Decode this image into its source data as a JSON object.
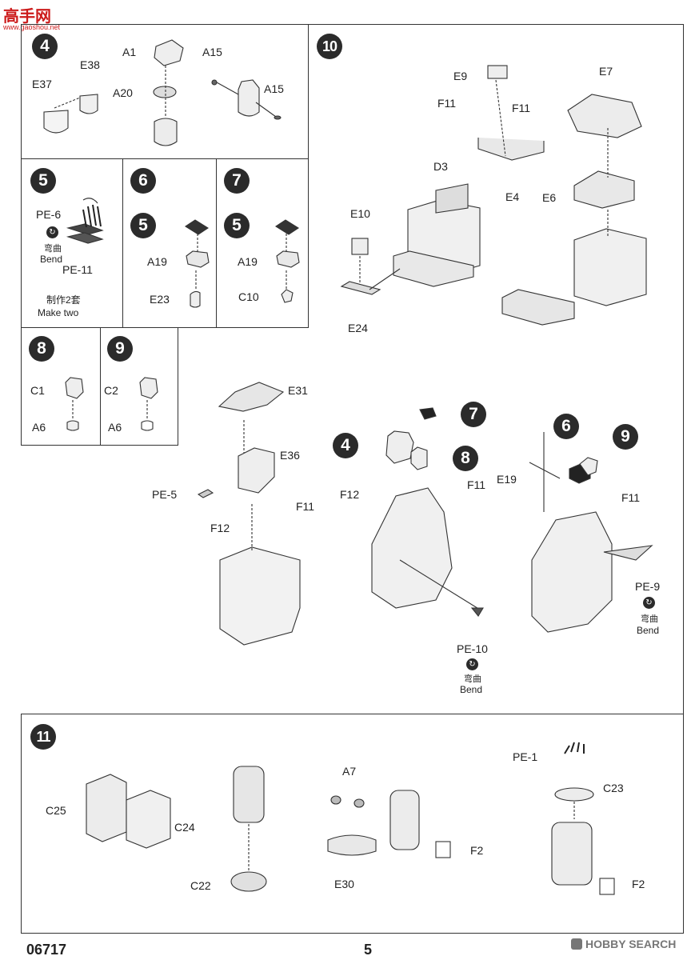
{
  "header": {
    "logo_text": "高手网",
    "logo_url": "www.gaoshou.net"
  },
  "steps": {
    "s4": {
      "num": "4",
      "labels": {
        "e38": "E38",
        "e37": "E37",
        "a1": "A1",
        "a20": "A20",
        "a15_top": "A15",
        "a15_right": "A15"
      }
    },
    "s5": {
      "num": "5",
      "labels": {
        "pe6": "PE-6",
        "bend_cn": "弯曲",
        "bend_en": "Bend",
        "pe11": "PE-11",
        "make_two_cn": "制作2套",
        "make_two_en": "Make two"
      }
    },
    "s6": {
      "num": "6",
      "ref": "5",
      "labels": {
        "a19": "A19",
        "e23": "E23"
      }
    },
    "s7": {
      "num": "7",
      "ref": "5",
      "labels": {
        "a19": "A19",
        "c10": "C10"
      }
    },
    "s8": {
      "num": "8",
      "labels": {
        "c1": "C1",
        "a6": "A6"
      }
    },
    "s9": {
      "num": "9",
      "labels": {
        "c2": "C2",
        "a6": "A6"
      }
    },
    "s10": {
      "num": "10",
      "labels": {
        "e9": "E9",
        "e7": "E7",
        "f11_a": "F11",
        "f11_b": "F11",
        "d3": "D3",
        "e4": "E4",
        "e6": "E6",
        "e10": "E10",
        "e24": "E24",
        "e31": "E31",
        "e36": "E36",
        "pe5": "PE-5",
        "f11_c": "F11",
        "f12_a": "F12",
        "ref4": "4",
        "ref7": "7",
        "ref8": "8",
        "f12_b": "F12",
        "f11_d": "F11",
        "pe10": "PE-10",
        "bend2_cn": "弯曲",
        "bend2_en": "Bend",
        "ref6": "6",
        "ref9": "9",
        "e19": "E19",
        "f11_e": "F11",
        "pe9": "PE-9",
        "bend3_cn": "弯曲",
        "bend3_en": "Bend"
      }
    },
    "s11": {
      "num": "11",
      "labels": {
        "c25": "C25",
        "c24": "C24",
        "c22": "C22",
        "a7": "A7",
        "e30": "E30",
        "f2_a": "F2",
        "pe1": "PE-1",
        "c23": "C23",
        "f2_b": "F2"
      }
    }
  },
  "footer": {
    "code": "06717",
    "page": "5",
    "watermark": "HOBBY SEARCH"
  },
  "colors": {
    "badge": "#2b2b2b",
    "line": "#333333",
    "logo_red": "#cc1b1b"
  }
}
